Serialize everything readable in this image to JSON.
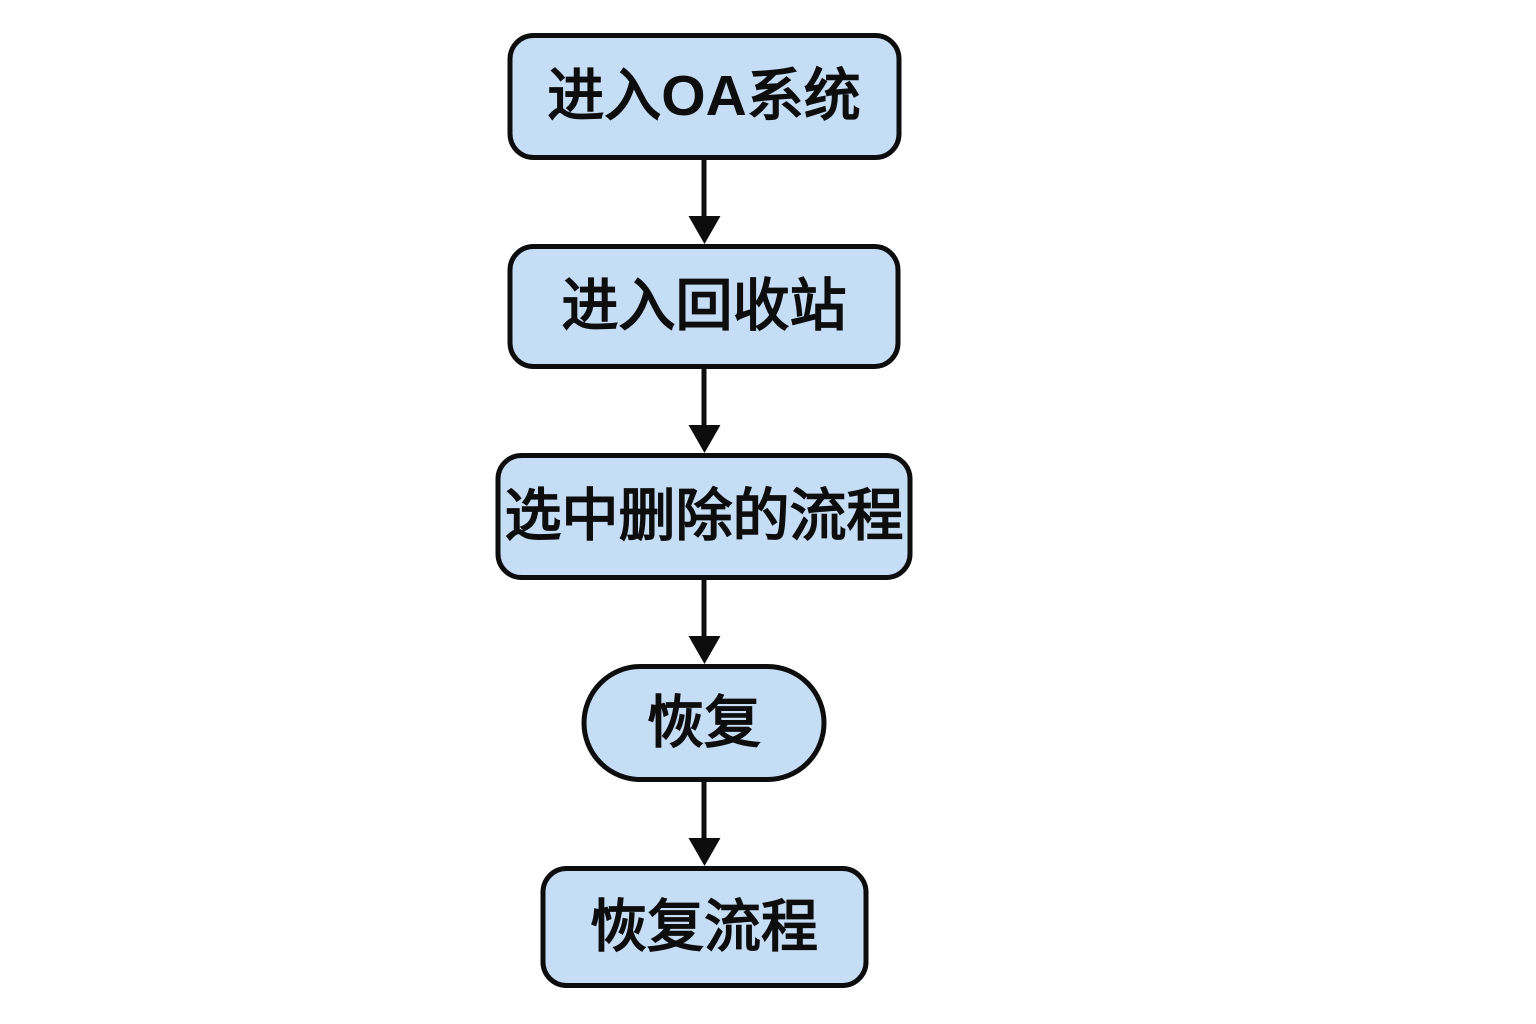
{
  "flowchart": {
    "nodes": [
      {
        "label": "进入OA系统",
        "shape": "rounded-rect"
      },
      {
        "label": "进入回收站",
        "shape": "rounded-rect"
      },
      {
        "label": "选中删除的流程",
        "shape": "rounded-rect"
      },
      {
        "label": "恢复",
        "shape": "stadium"
      },
      {
        "label": "恢复流程",
        "shape": "rounded-rect"
      }
    ],
    "connectors": [
      {
        "from": 0,
        "to": 1,
        "type": "arrow-down"
      },
      {
        "from": 1,
        "to": 2,
        "type": "arrow-down"
      },
      {
        "from": 2,
        "to": 3,
        "type": "arrow-down"
      },
      {
        "from": 3,
        "to": 4,
        "type": "arrow-down"
      }
    ],
    "colors": {
      "node_fill": "#c6ddf6",
      "node_border": "#0d0d0d",
      "arrow": "#0d0d0d",
      "background": "#ffffff"
    }
  }
}
